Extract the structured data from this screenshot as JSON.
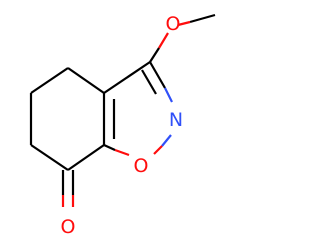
{
  "atoms": {
    "methoxy_oxygen": {
      "label": "O",
      "color": "#ff0d0d"
    },
    "ring_nitrogen": {
      "label": "N",
      "color": "#3050f8"
    },
    "ring_oxygen": {
      "label": "O",
      "color": "#ff0d0d"
    },
    "carbonyl_oxygen": {
      "label": "O",
      "color": "#ff0d0d"
    }
  },
  "bond_color": "#000000"
}
